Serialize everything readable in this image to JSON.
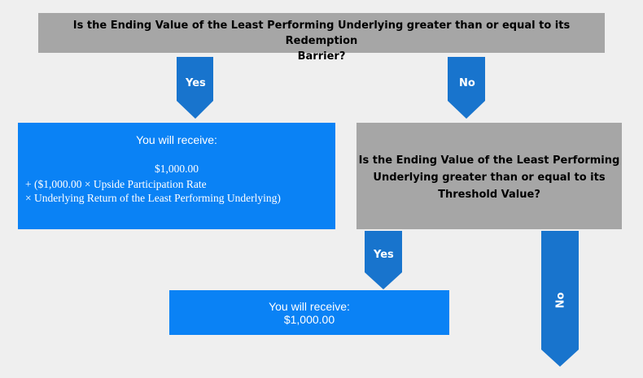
{
  "colors": {
    "gray_box": "#a6a6a6",
    "blue_box": "#0a82f5",
    "arrow": "#1874cd",
    "background": "#efefef"
  },
  "question_top": {
    "line1": "Is the Ending Value of the Least Performing Underlying greater than or equal to its Redemption",
    "line2": "Barrier?"
  },
  "question_right": {
    "line1": "Is the Ending Value of the Least Performing",
    "line2": "Underlying greater than or equal to its",
    "line3": "Threshold Value?"
  },
  "outcome_left": {
    "title": "You will receive:",
    "amount": "$1,000.00",
    "formula_line1": "+ ($1,000.00 × Upside Participation Rate",
    "formula_line2": "× Underlying Return of the Least Performing Underlying)"
  },
  "outcome_bottom": {
    "title": "You will receive:",
    "amount": "$1,000.00"
  },
  "arrows": {
    "top_yes": "Yes",
    "top_no": "No",
    "right_yes": "Yes",
    "right_no": "No"
  }
}
